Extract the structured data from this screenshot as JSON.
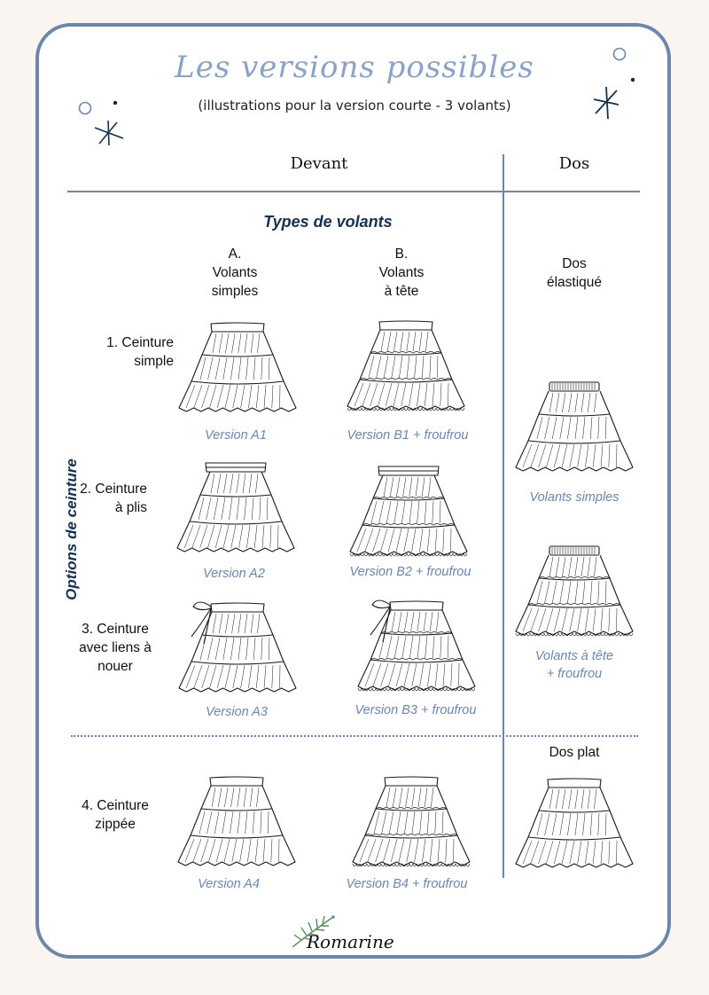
{
  "title": "Les versions possibles",
  "subtitle": "(illustrations pour la version courte - 3 volants)",
  "columns": {
    "front": "Devant",
    "back": "Dos"
  },
  "ruffle_types": {
    "heading": "Types de volants",
    "a": [
      "A.",
      "Volants",
      "simples"
    ],
    "b": [
      "B.",
      "Volants",
      "à tête"
    ]
  },
  "back_types": {
    "elastic": [
      "Dos",
      "élastiqué"
    ],
    "flat": "Dos plat",
    "captions": [
      "Volants simples",
      "Volants à tête",
      "+ froufrou"
    ]
  },
  "belt_options": {
    "heading": "Options de ceinture",
    "rows": [
      {
        "label": [
          "1. Ceinture",
          "simple"
        ],
        "a": "Version A1",
        "b": "Version B1 + froufrou"
      },
      {
        "label": [
          "2. Ceinture",
          "à plis"
        ],
        "a": "Version A2",
        "b": "Version B2 + froufrou"
      },
      {
        "label": [
          "3. Ceinture",
          "avec liens à",
          "nouer"
        ],
        "a": "Version A3",
        "b": "Version B3 + froufrou"
      },
      {
        "label": [
          "4. Ceinture",
          "zippée"
        ],
        "a": "Version A4",
        "b": "Version B4 + froufrou"
      }
    ]
  },
  "brand": "Romarine",
  "colors": {
    "accent": "#6f86ab",
    "heading": "#16304f",
    "caption": "#6c86ad",
    "title": "#8aa2c8"
  }
}
